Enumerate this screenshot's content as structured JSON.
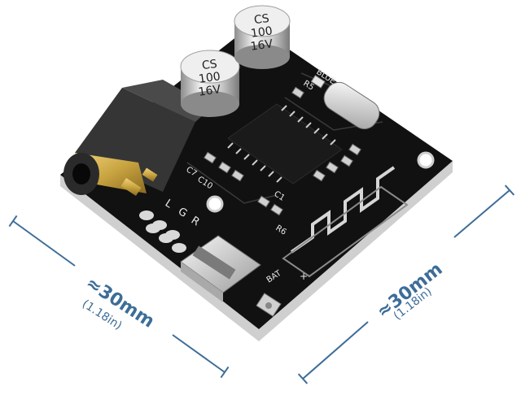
{
  "board": {
    "capacitor_left": {
      "line1": "CS",
      "line2": "100",
      "line3": "16V"
    },
    "capacitor_right": {
      "line1": "CS",
      "line2": "100",
      "line3": "16V"
    },
    "silkscreen": {
      "blue": "BLUE",
      "r5": "R5",
      "pin_l": "L",
      "pin_g": "G",
      "pin_r": "R",
      "c7": "C7",
      "c10": "C10",
      "c1": "C1",
      "r6": "R6",
      "bat": "BAT",
      "plus": "+"
    }
  },
  "dimensions": {
    "left": {
      "main": "≈30mm",
      "sub": "(1.18in)"
    },
    "right": {
      "main": "≈30mm",
      "sub": "(1.18in)"
    }
  },
  "colors": {
    "pcb": "#111111",
    "dimension": "#3d6d98",
    "gold": "#c9a441"
  }
}
